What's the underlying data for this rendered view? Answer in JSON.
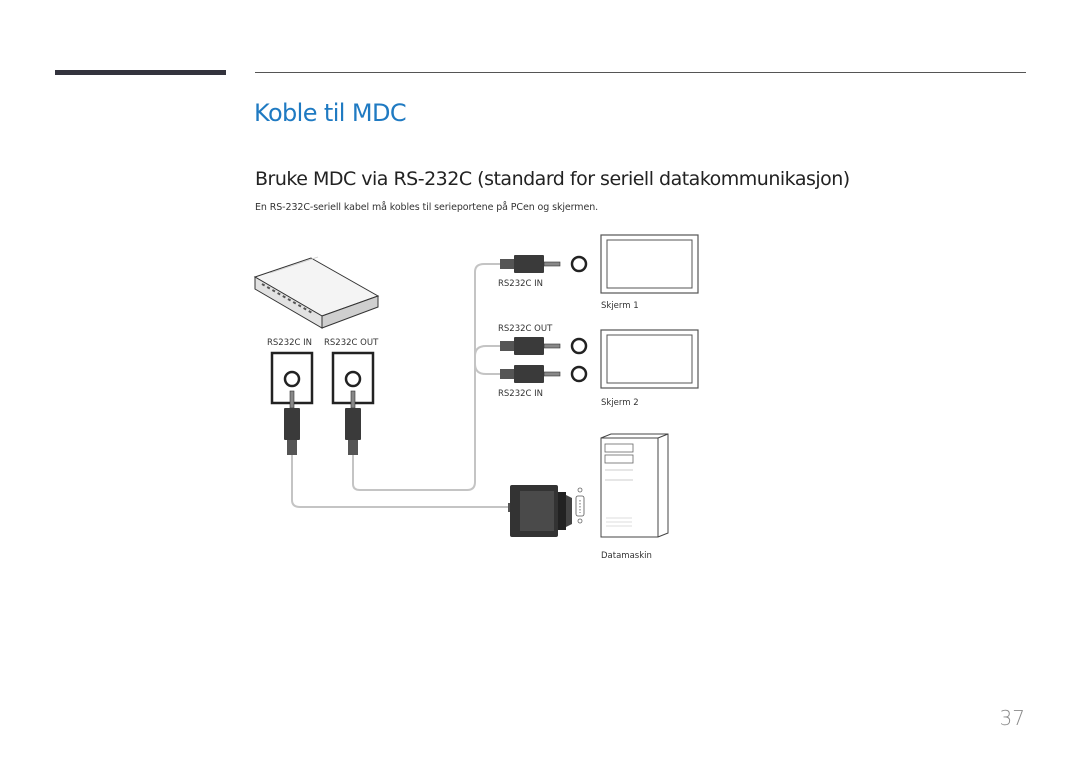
{
  "page": {
    "title": "Koble til MDC",
    "section_heading": "Bruke MDC via RS-232C (standard for seriell datakommunikasjon)",
    "body_text": "En RS-232C-seriell kabel må kobles til serieportene på PCen og skjermen.",
    "page_number": "37"
  },
  "diagram": {
    "device_port_in": "RS232C IN",
    "device_port_out": "RS232C OUT",
    "screen1_port_in": "RS232C IN",
    "screen1_label": "Skjerm 1",
    "screen1_port_out": "RS232C OUT",
    "screen2_port_in": "RS232C IN",
    "screen2_label": "Skjerm 2",
    "computer_label": "Datamaskin"
  }
}
